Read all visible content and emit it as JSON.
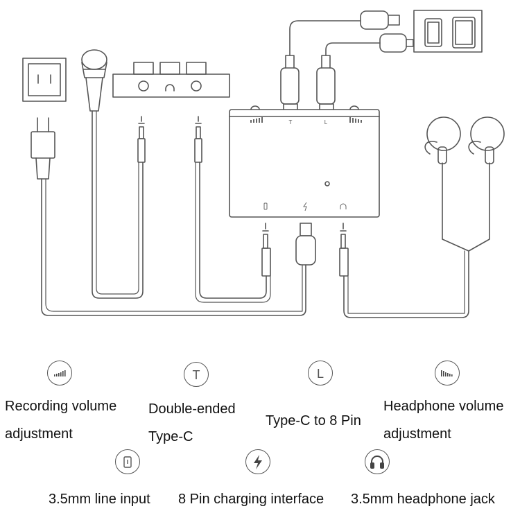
{
  "device": {
    "top_labels": [
      "T",
      "L"
    ]
  },
  "legend": {
    "recording_volume": {
      "icon": "recording-volume-icon",
      "line1": "Recording volume",
      "line2": "adjustment"
    },
    "double_ended": {
      "icon": "letter-t-icon",
      "glyph": "T",
      "line1": "Double-ended",
      "line2": "Type-C"
    },
    "typec_8pin": {
      "icon": "letter-l-icon",
      "glyph": "L",
      "line1": "Type-C to 8 Pin"
    },
    "headphone_volume": {
      "icon": "headphone-volume-icon",
      "line1": "Headphone volume",
      "line2": "adjustment"
    },
    "line_input": {
      "icon": "jack-plug-icon",
      "line1": "3.5mm line input"
    },
    "charging": {
      "icon": "lightning-icon",
      "line1": "8 Pin charging interface"
    },
    "headphone_jack": {
      "icon": "headphone-icon",
      "line1": "3.5mm headphone jack"
    }
  },
  "colors": {
    "line": "#555555",
    "text": "#111111"
  }
}
